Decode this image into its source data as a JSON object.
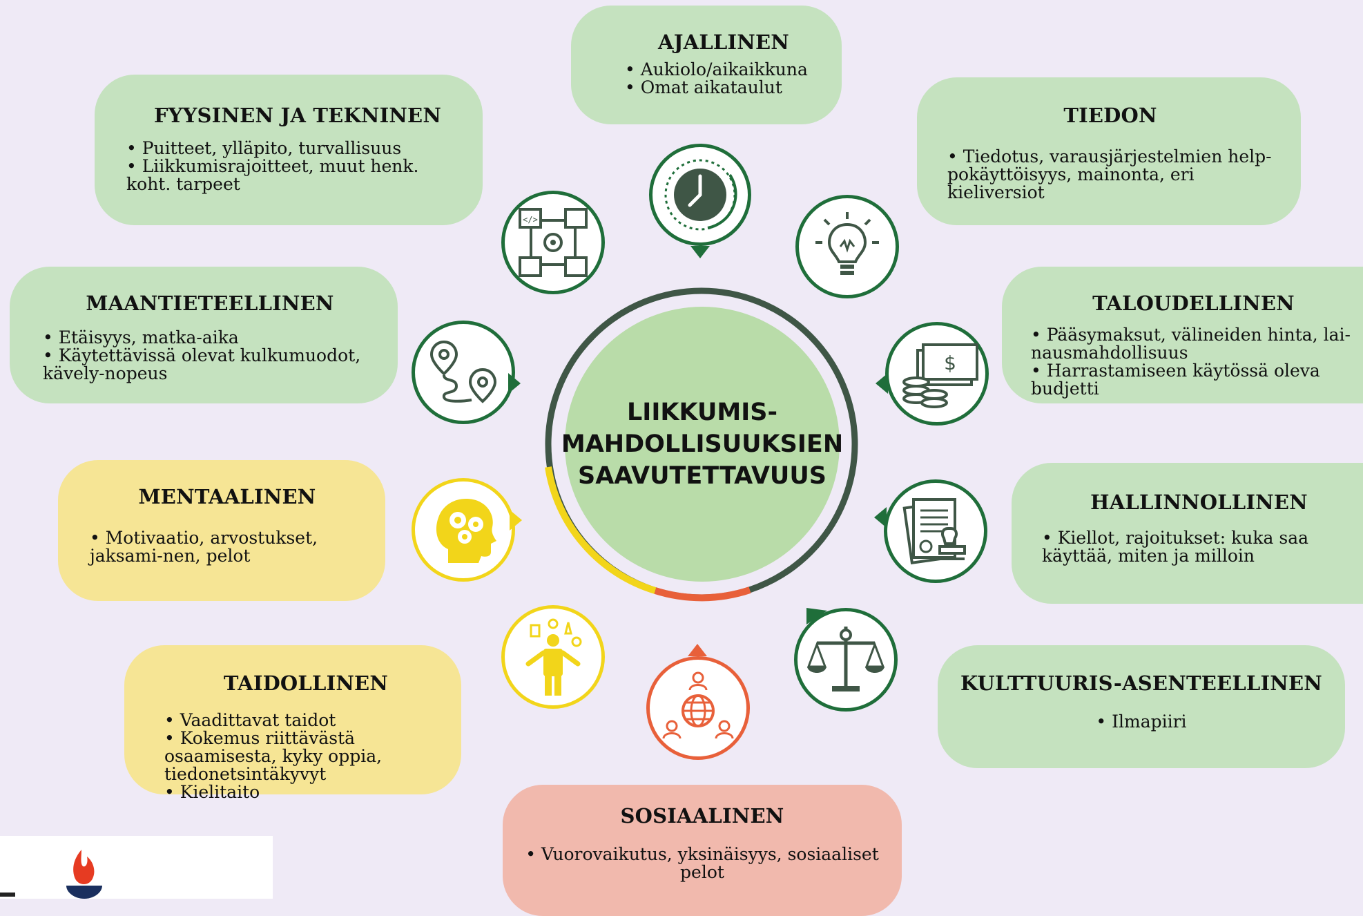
{
  "center": {
    "title": "LIIKKUMIS-\nMAHDOLLISUUKSIEN\nSAAVUTETTAVUUS"
  },
  "boxes": {
    "ajallinen": {
      "title": "AJALLINEN",
      "items": [
        "Aukiolo/aikaikkuna",
        "Omat aikataulut"
      ]
    },
    "fyysinen": {
      "title": "FYYSINEN JA TEKNINEN",
      "items": [
        "Puitteet, ylläpito, turvallisuus",
        "Liikkumisrajoitteet, muut henk. koht. tarpeet"
      ]
    },
    "tiedon": {
      "title": "TIEDON",
      "items": [
        "Tiedotus, varausjärjestelmien help-pokäyttöisyys, mainonta, eri kieliversiot"
      ]
    },
    "maantieteellinen": {
      "title": "MAANTIETEELLINEN",
      "items": [
        "Etäisyys, matka-aika",
        "Käytettävissä olevat kulkumuodot, kävely-nopeus"
      ]
    },
    "taloudellinen": {
      "title": "TALOUDELLINEN",
      "items": [
        "Pääsymaksut, välineiden hinta, lai-nausmahdollisuus",
        "Harrastamiseen käytössä oleva budjetti"
      ]
    },
    "mentaalinen": {
      "title": "MENTAALINEN",
      "items": [
        "Motivaatio, arvostukset, jaksami-nen, pelot"
      ]
    },
    "hallinnollinen": {
      "title": "HALLINNOLLINEN",
      "items": [
        "Kiellot, rajoitukset: kuka saa käyttää, miten ja milloin"
      ]
    },
    "taidollinen": {
      "title": "TAIDOLLINEN",
      "items": [
        "Vaadittavat taidot",
        "Kokemus riittävästä osaamisesta, kyky oppia, tiedonetsintäkyvyt",
        "Kielitaito"
      ]
    },
    "kulttuuris": {
      "title": "KULTTUURIS-ASENTEELLINEN",
      "items": [
        "Ilmapiiri"
      ]
    },
    "sosiaalinen": {
      "title": "SOSIAALINEN",
      "items": [
        "Vuorovaikutus, yksinäisyys, sosiaaliset pelot"
      ]
    }
  },
  "icons": {
    "clock": "clock-icon",
    "technical": "gear-circuit-icon",
    "idea": "lightbulb-icon",
    "route": "map-route-icon",
    "money": "money-coins-icon",
    "mind": "head-gears-icon",
    "document": "document-stamp-icon",
    "skills": "person-skills-icon",
    "justice": "scales-icon",
    "social": "people-globe-icon"
  },
  "colors": {
    "green_box": "#c5e2bf",
    "yellow_box": "#f6e595",
    "red_box": "#f1b9ad",
    "dark_green": "#1f6e3a",
    "ring_dark": "#3f5646",
    "yellow": "#f2d51a",
    "red": "#e8603a",
    "background": "#efeaf6"
  }
}
